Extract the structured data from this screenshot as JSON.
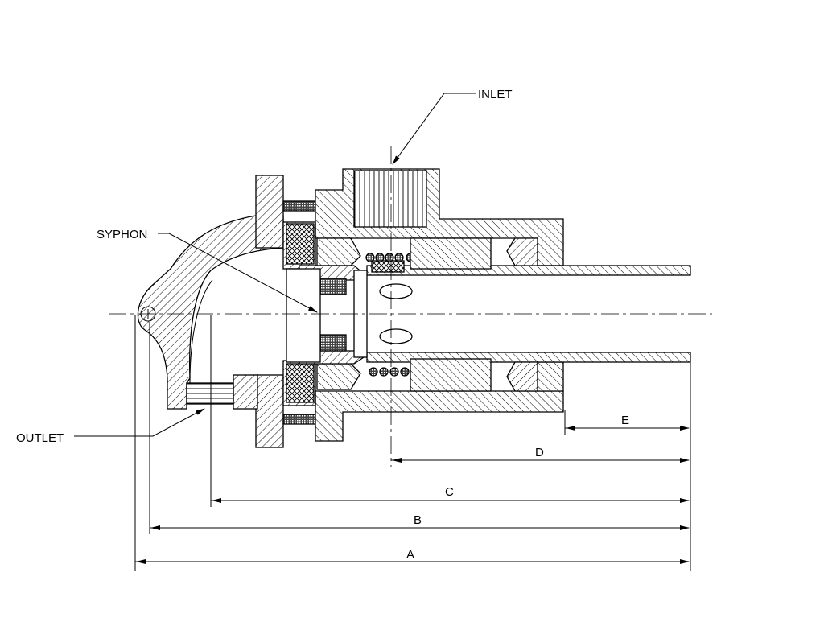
{
  "labels": {
    "inlet": "INLET",
    "syphon": "SYPHON",
    "outlet": "OUTLET"
  },
  "dimensions": {
    "a": "A",
    "b": "B",
    "c": "C",
    "d": "D",
    "e": "E"
  },
  "colors": {
    "line": "#000000",
    "background": "#ffffff"
  }
}
